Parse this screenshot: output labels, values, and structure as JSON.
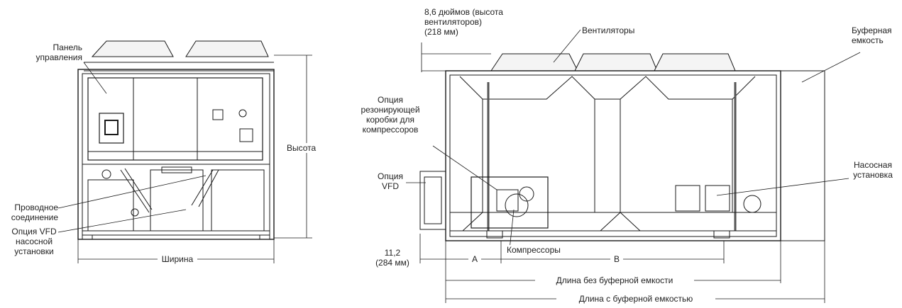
{
  "labels": {
    "control_panel": "Панель\nуправления",
    "height": "Высота",
    "wiring": "Проводное\nсоединение",
    "pump_vfd_option": "Опция VFD\nнасосной\nустановки",
    "width": "Ширина",
    "fan_height": "8,6 дюймов (высота\nвентиляторов)\n(218 мм)",
    "fans": "Вентиляторы",
    "buffer_tank": "Буферная\nемкость",
    "sound_box_option": "Опция\nрезонирующей\nкоробки для\nкомпрессоров",
    "vfd_option": "Опция\nVFD",
    "pump_package": "Насосная\nустановка",
    "vfd_offset": "11,2\n(284 мм)",
    "dim_a": "A",
    "compressors": "Компрессоры",
    "dim_b": "B",
    "length_no_tank": "Длина без буферной емкости",
    "length_with_tank": "Длина с буферной емкостью"
  }
}
